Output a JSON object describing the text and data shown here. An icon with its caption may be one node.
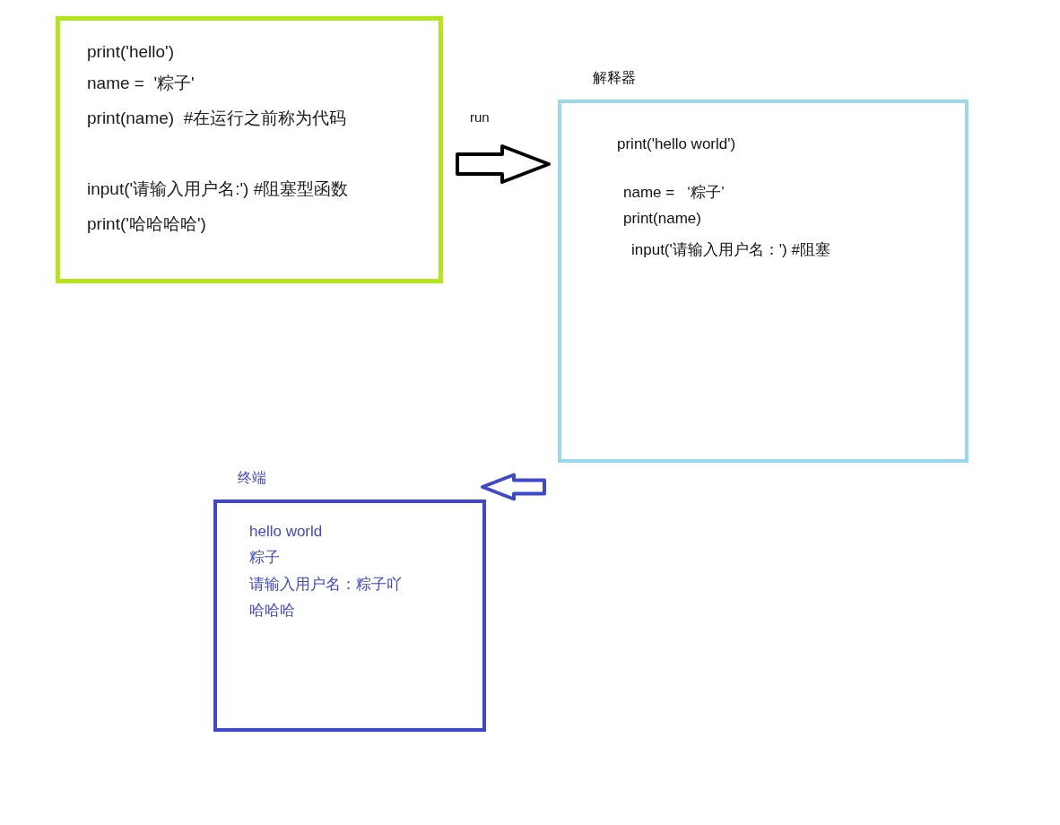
{
  "diagram": {
    "nodes": [
      {
        "text": [
          "print('hello')",
          "name =  '粽子'",
          "print(name)  #在运行之前称为代码",
          "input('请输入用户名:') #阻塞型函数",
          "print('哈哈哈哈')"
        ]
      },
      {
        "text": [
          "解释器",
          "print('hello world')",
          "name =   ‘粽子’",
          "print(name)",
          "input('请输入用户名：') #阻塞"
        ]
      },
      {
        "text": [
          "终端",
          "hello world",
          "粽子",
          "请输入用户名：粽子吖",
          "哈哈哈"
        ]
      }
    ],
    "edges": [
      {
        "from": 0,
        "to": 1,
        "arrow": "to",
        "label": "run"
      },
      {
        "from": 1,
        "to": 2,
        "arrow": "to",
        "color": "#3f48cc"
      }
    ]
  }
}
